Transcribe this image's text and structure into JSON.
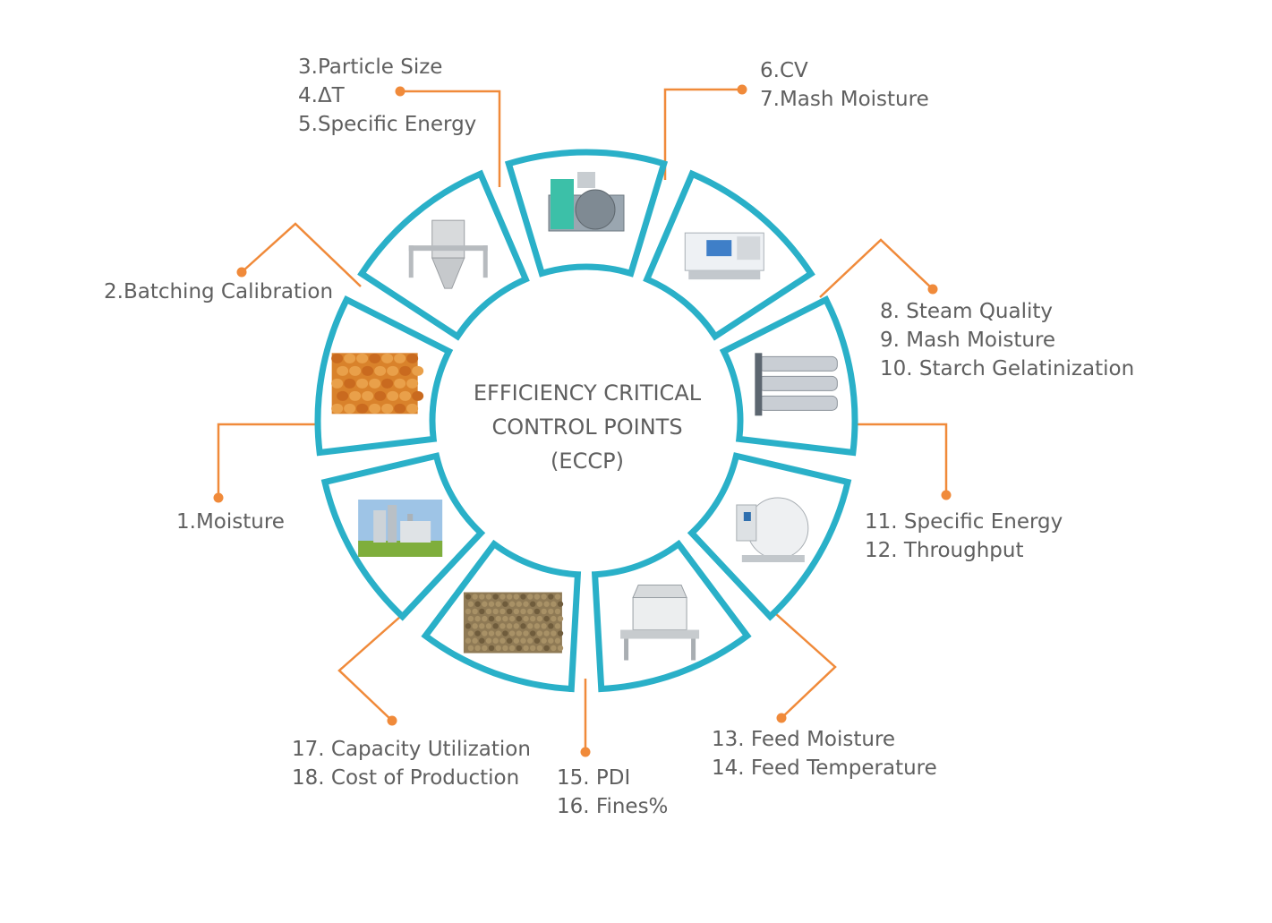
{
  "diagram": {
    "center_lines": [
      "EFFICIENCY CRITICAL",
      "CONTROL POINTS",
      "(ECCP)"
    ],
    "colors": {
      "ring": "#2ab0c8",
      "connector": "#f08a3a",
      "text": "#5f5f5f"
    },
    "segments": [
      {
        "id": "raw-material",
        "icon": "corn-kernels-photo",
        "labels": [
          "1.Moisture"
        ]
      },
      {
        "id": "batching",
        "icon": "batching-scale-hopper",
        "labels": [
          "2.Batching Calibration"
        ]
      },
      {
        "id": "grinding",
        "icon": "hammer-mill",
        "labels": [
          "3.Particle Size",
          "4.ΔT",
          "5.Specific Energy"
        ]
      },
      {
        "id": "mixing",
        "icon": "mixer-machine",
        "labels": [
          "6.CV",
          "7.Mash Moisture"
        ]
      },
      {
        "id": "conditioning",
        "icon": "conditioner-machine",
        "labels": [
          "8. Steam Quality",
          "9. Mash Moisture",
          "10. Starch Gelatinization"
        ]
      },
      {
        "id": "pelleting",
        "icon": "pellet-mill",
        "labels": [
          "11. Specific Energy",
          "12. Throughput"
        ]
      },
      {
        "id": "cooling",
        "icon": "counterflow-cooler",
        "labels": [
          "13. Feed Moisture",
          "14. Feed Temperature"
        ]
      },
      {
        "id": "pellets",
        "icon": "feed-pellets-photo",
        "labels": [
          "15. PDI",
          "16. Fines%"
        ]
      },
      {
        "id": "plant",
        "icon": "feed-mill-plant-photo",
        "labels": [
          "17. Capacity Utilization",
          "18. Cost of Production"
        ]
      }
    ]
  }
}
